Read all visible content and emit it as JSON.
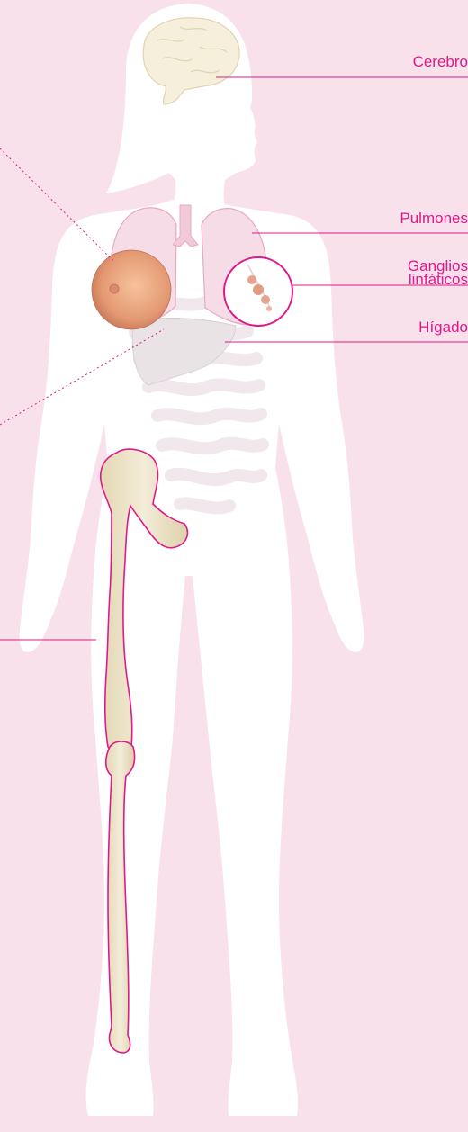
{
  "labels": {
    "brain": "Cerebro",
    "lungs": "Pulmones",
    "lymph_line1": "Ganglios",
    "lymph_line2": "linfáticos",
    "liver": "Hígado"
  },
  "colors": {
    "background": "#f9e1ec",
    "silhouette": "#ffffff",
    "accent": "#e0198a",
    "bone": "#ece3c8",
    "breast": "#e8a07a",
    "lung": "#f6dce6"
  }
}
